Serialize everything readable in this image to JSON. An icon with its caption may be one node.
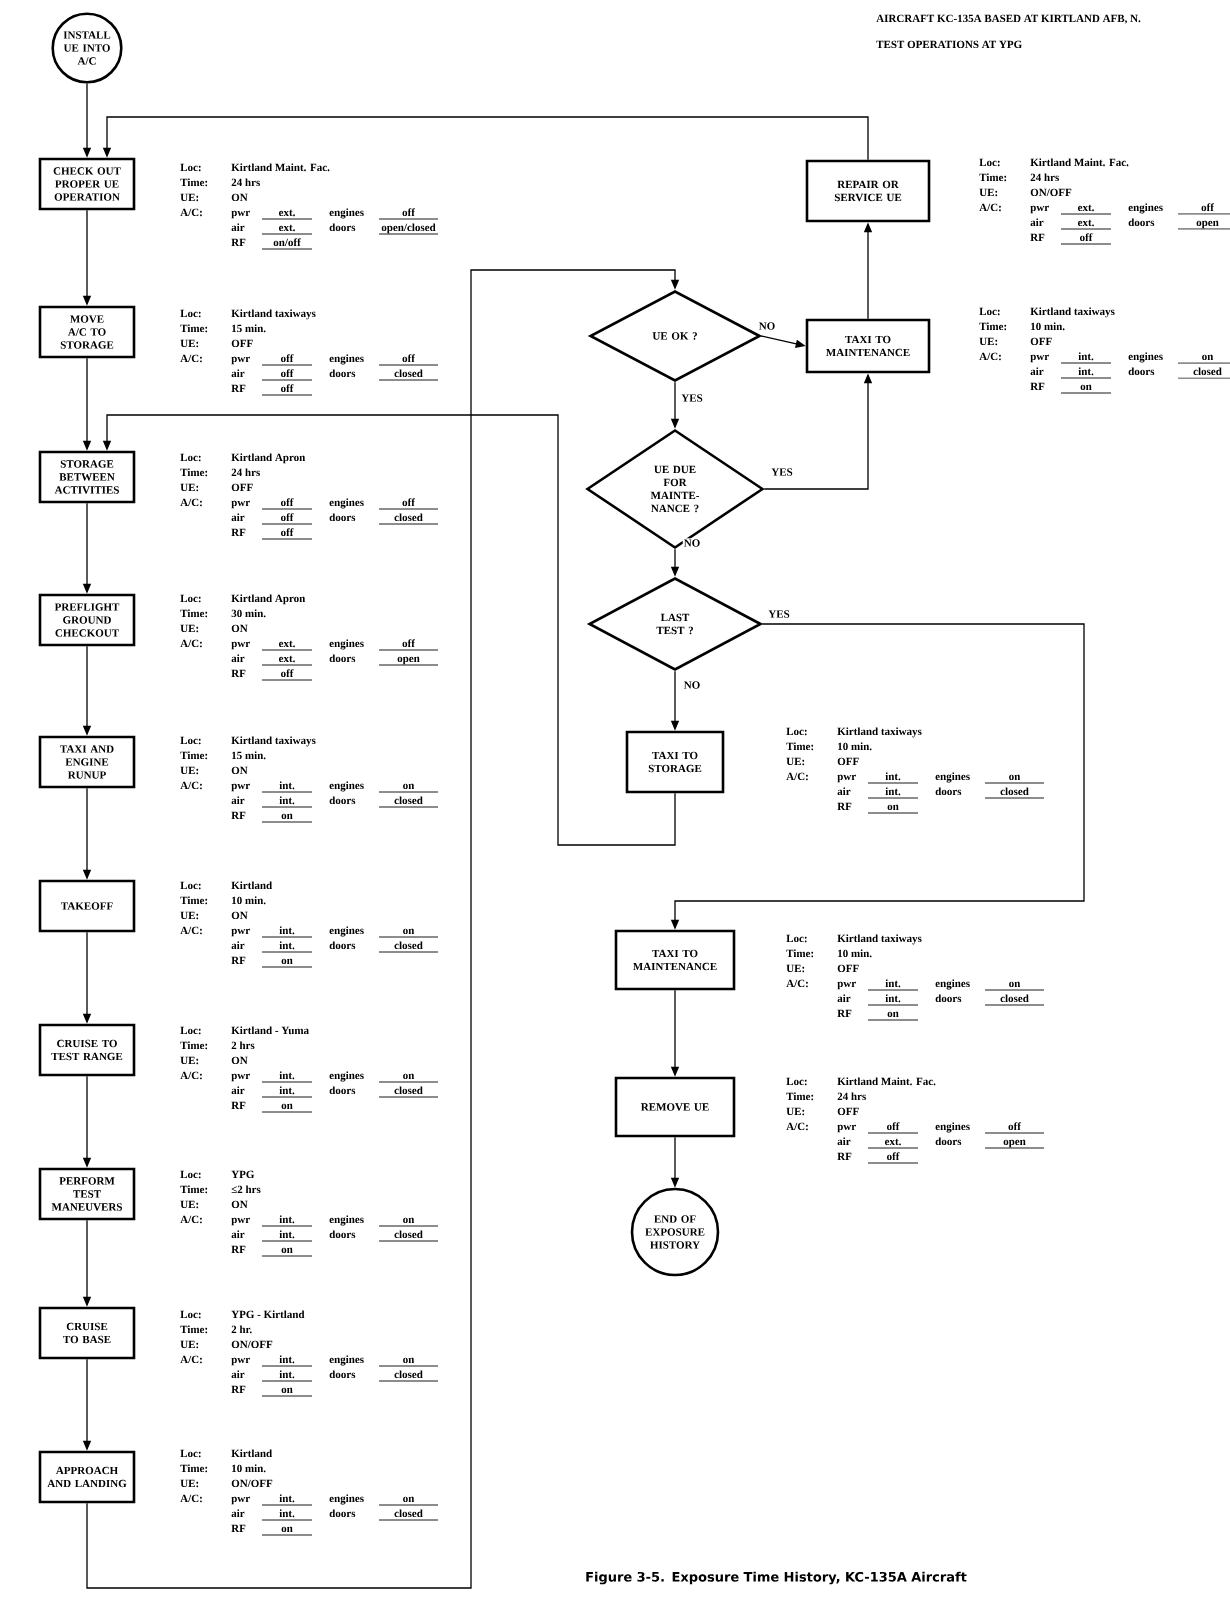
{
  "diagram": {
    "caption": "Figure 3-5. Exposure Time History, KC-135A Aircraft",
    "nodes": [
      {
        "text": [
          "INSTALL UE INTO A/C"
        ]
      },
      {
        "text": [
          "CHECK OUT PROPER UE OPERATION"
        ],
        "beside": [
          "Loc:",
          "Kirtland Maint. Fac.",
          "Time:",
          "24 hrs",
          "UE:",
          "ON",
          "A/C:",
          "pwr",
          "ext.",
          "engines",
          "off",
          "air",
          "ext.",
          "doors",
          "open/closed",
          "RF",
          "on/off"
        ]
      },
      {
        "text": [
          "MOVE A/C TO STORAGE"
        ],
        "beside": [
          "Loc:",
          "Kirtland taxiways",
          "Time:",
          "15 min.",
          "UE:",
          "OFF",
          "A/C:",
          "pwr",
          "off",
          "engines",
          "off",
          "air",
          "off",
          "doors",
          "closed",
          "RF",
          "off"
        ]
      },
      {
        "text": [
          "STORAGE BETWEEN ACTIVITIES"
        ],
        "beside": [
          "Loc:",
          "Kirtland Apron",
          "Time:",
          "24 hrs",
          "UE:",
          "OFF",
          "A/C:",
          "pwr",
          "off",
          "engines",
          "off",
          "air",
          "off",
          "doors",
          "closed",
          "RF",
          "off"
        ]
      },
      {
        "text": [
          "PREFLIGHT GROUND CHECKOUT"
        ],
        "beside": [
          "Loc:",
          "Kirtland Apron",
          "Time:",
          "30 min.",
          "UE:",
          "ON",
          "A/C:",
          "pwr",
          "ext.",
          "engines",
          "off",
          "air",
          "ext.",
          "doors",
          "open",
          "RF",
          "off"
        ]
      },
      {
        "text": [
          "TAXI AND ENGINE RUNUP"
        ],
        "beside": [
          "Loc:",
          "Kirtland taxiways",
          "Time:",
          "15 min.",
          "UE:",
          "ON",
          "A/C:",
          "pwr",
          "int.",
          "engines",
          "on",
          "air",
          "int.",
          "doors",
          "closed",
          "RF",
          "on"
        ]
      },
      {
        "text": [
          "TAKEOFF"
        ],
        "beside": [
          "Loc:",
          "Kirtland",
          "Time:",
          "10 min.",
          "UE:",
          "ON",
          "A/C:",
          "pwr",
          "int.",
          "engines",
          "on",
          "air",
          "int.",
          "doors",
          "closed",
          "RF",
          "on"
        ]
      },
      {
        "text": [
          "CRUISE TO TEST RANGE"
        ],
        "beside": [
          "Loc:",
          "Kirtland - Yuma",
          "Time:",
          "2 hrs",
          "UE:",
          "ON",
          "A/C:",
          "pwr",
          "int.",
          "engines",
          "on",
          "air",
          "int.",
          "doors",
          "closed",
          "RF",
          "on"
        ]
      },
      {
        "text": [
          "PERFORM TEST MANEUVERS"
        ],
        "beside": [
          "Loc:",
          "YPG",
          "Time:",
          "≤2 hrs",
          "UE:",
          "ON",
          "A/C:",
          "pwr",
          "int.",
          "engines",
          "on",
          "air",
          "int.",
          "doors",
          "closed",
          "RF",
          "on"
        ]
      },
      {
        "text": [
          "CRUISE TO BASE"
        ],
        "beside": [
          "Loc:",
          "YPG - Kirtland",
          "Time:",
          "2 hr.",
          "UE:",
          "ON/OFF",
          "A/C:",
          "pwr",
          "int.",
          "engines",
          "on",
          "air",
          "int.",
          "doors",
          "closed",
          "RF",
          "on"
        ]
      },
      {
        "text": [
          "APPROACH AND LANDING"
        ],
        "beside": [
          "Loc:",
          "Kirtland",
          "Time:",
          "10 min.",
          "UE:",
          "ON/OFF",
          "A/C:",
          "pwr",
          "int.",
          "engines",
          "on",
          "air",
          "int.",
          "doors",
          "closed",
          "RF",
          "on"
        ]
      },
      {
        "text": [
          "UE OK ?"
        ]
      },
      {
        "text": [
          "TAXI TO MAINTENANCE"
        ],
        "beside": [
          "Loc:",
          "Kirtland taxiways",
          "Time:",
          "10 min.",
          "UE:",
          "OFF",
          "A/C:",
          "pwr",
          "int.",
          "engines",
          "on",
          "air",
          "int.",
          "doors",
          "closed",
          "RF",
          "on"
        ]
      },
      {
        "text": [
          "REPAIR OR SERVICE UE"
        ],
        "beside": [
          "Loc:",
          "Kirtland Maint. Fac.",
          "Time:",
          "24 hrs",
          "UE:",
          "ON/OFF",
          "A/C:",
          "pwr",
          "ext.",
          "engines",
          "off",
          "air",
          "ext.",
          "doors",
          "open",
          "RF",
          "off"
        ]
      },
      {
        "text": [
          "UE DUE FOR MAINTE- NANCE ?"
        ]
      },
      {
        "text": [
          "LAST TEST ?"
        ]
      },
      {
        "text": [
          "TAXI TO STORAGE"
        ],
        "beside": [
          "Loc:",
          "Kirtland taxiways",
          "Time:",
          "10 min.",
          "UE:",
          "OFF",
          "A/C:",
          "pwr",
          "int.",
          "engines",
          "on",
          "air",
          "int.",
          "doors",
          "closed",
          "RF",
          "on"
        ]
      },
      {
        "text": [
          "TAXI TO MAINTENANCE"
        ],
        "beside": [
          "Loc:",
          "Kirtland taxiways",
          "Time:",
          "10 min.",
          "UE:",
          "OFF",
          "A/C:",
          "pwr",
          "int.",
          "engines",
          "on",
          "air",
          "int.",
          "doors",
          "closed",
          "RF",
          "on"
        ]
      },
      {
        "text": [
          "REMOVE UE"
        ],
        "beside": [
          "Loc:",
          "Kirtland Maint. Fac.",
          "Time:",
          "24 hrs",
          "UE:",
          "OFF",
          "A/C:",
          "pwr",
          "off",
          "engines",
          "off",
          "air",
          "ext.",
          "doors",
          "open",
          "RF",
          "off"
        ]
      },
      {
        "text": [
          "END OF EXPOSURE HISTORY"
        ]
      }
    ],
    "edges": [
      {
        "from": 0,
        "to": 1,
        "arrow": "to"
      },
      {
        "from": 1,
        "to": 2,
        "arrow": "to"
      },
      {
        "from": 2,
        "to": 3,
        "arrow": "to"
      },
      {
        "from": 3,
        "to": 4,
        "arrow": "to"
      },
      {
        "from": 4,
        "to": 5,
        "arrow": "to"
      },
      {
        "from": 5,
        "to": 6,
        "arrow": "to"
      },
      {
        "from": 6,
        "to": 7,
        "arrow": "to"
      },
      {
        "from": 7,
        "to": 8,
        "arrow": "to"
      },
      {
        "from": 8,
        "to": 9,
        "arrow": "to"
      },
      {
        "from": 9,
        "to": 10,
        "arrow": "to"
      },
      {
        "from": 10,
        "to": 11,
        "arrow": "to"
      },
      {
        "from": 11,
        "to": 12,
        "arrow": "to",
        "label": "NO"
      },
      {
        "from": 12,
        "to": 13,
        "arrow": "to"
      },
      {
        "from": 13,
        "to": 1,
        "arrow": "to"
      },
      {
        "from": 11,
        "to": 14,
        "arrow": "to",
        "label": "YES"
      },
      {
        "from": 14,
        "to": 12,
        "arrow": "to",
        "label": "YES"
      },
      {
        "from": 14,
        "to": 15,
        "arrow": "to",
        "label": "NO"
      },
      {
        "from": 15,
        "to": 16,
        "arrow": "to",
        "label": "NO"
      },
      {
        "from": 16,
        "to": 3,
        "arrow": "to"
      },
      {
        "from": 15,
        "to": 17,
        "arrow": "to",
        "label": "YES"
      },
      {
        "from": 17,
        "to": 18,
        "arrow": "to"
      },
      {
        "from": 18,
        "to": 19,
        "arrow": "to"
      }
    ],
    "labels": [
      "AIRCRAFT KC-135A BASED AT KIRTLAND AFB, N.",
      "TEST OPERATIONS AT YPG"
    ]
  }
}
